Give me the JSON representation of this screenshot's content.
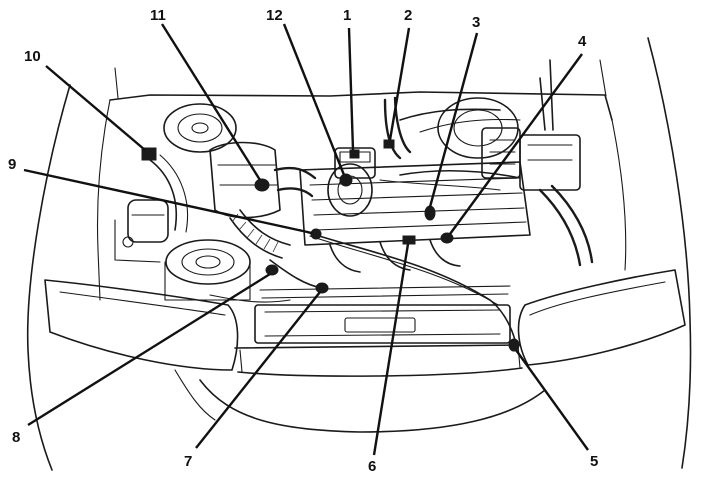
{
  "diagram": {
    "callouts": [
      {
        "id": "c1",
        "label": "1"
      },
      {
        "id": "c2",
        "label": "2"
      },
      {
        "id": "c3",
        "label": "3"
      },
      {
        "id": "c4",
        "label": "4"
      },
      {
        "id": "c5",
        "label": "5"
      },
      {
        "id": "c6",
        "label": "6"
      },
      {
        "id": "c7",
        "label": "7"
      },
      {
        "id": "c8",
        "label": "8"
      },
      {
        "id": "c9",
        "label": "9"
      },
      {
        "id": "c10",
        "label": "10"
      },
      {
        "id": "c11",
        "label": "11"
      },
      {
        "id": "c12",
        "label": "12"
      }
    ]
  },
  "colors": {
    "ink": "#1a1a1a",
    "background": "#ffffff"
  }
}
